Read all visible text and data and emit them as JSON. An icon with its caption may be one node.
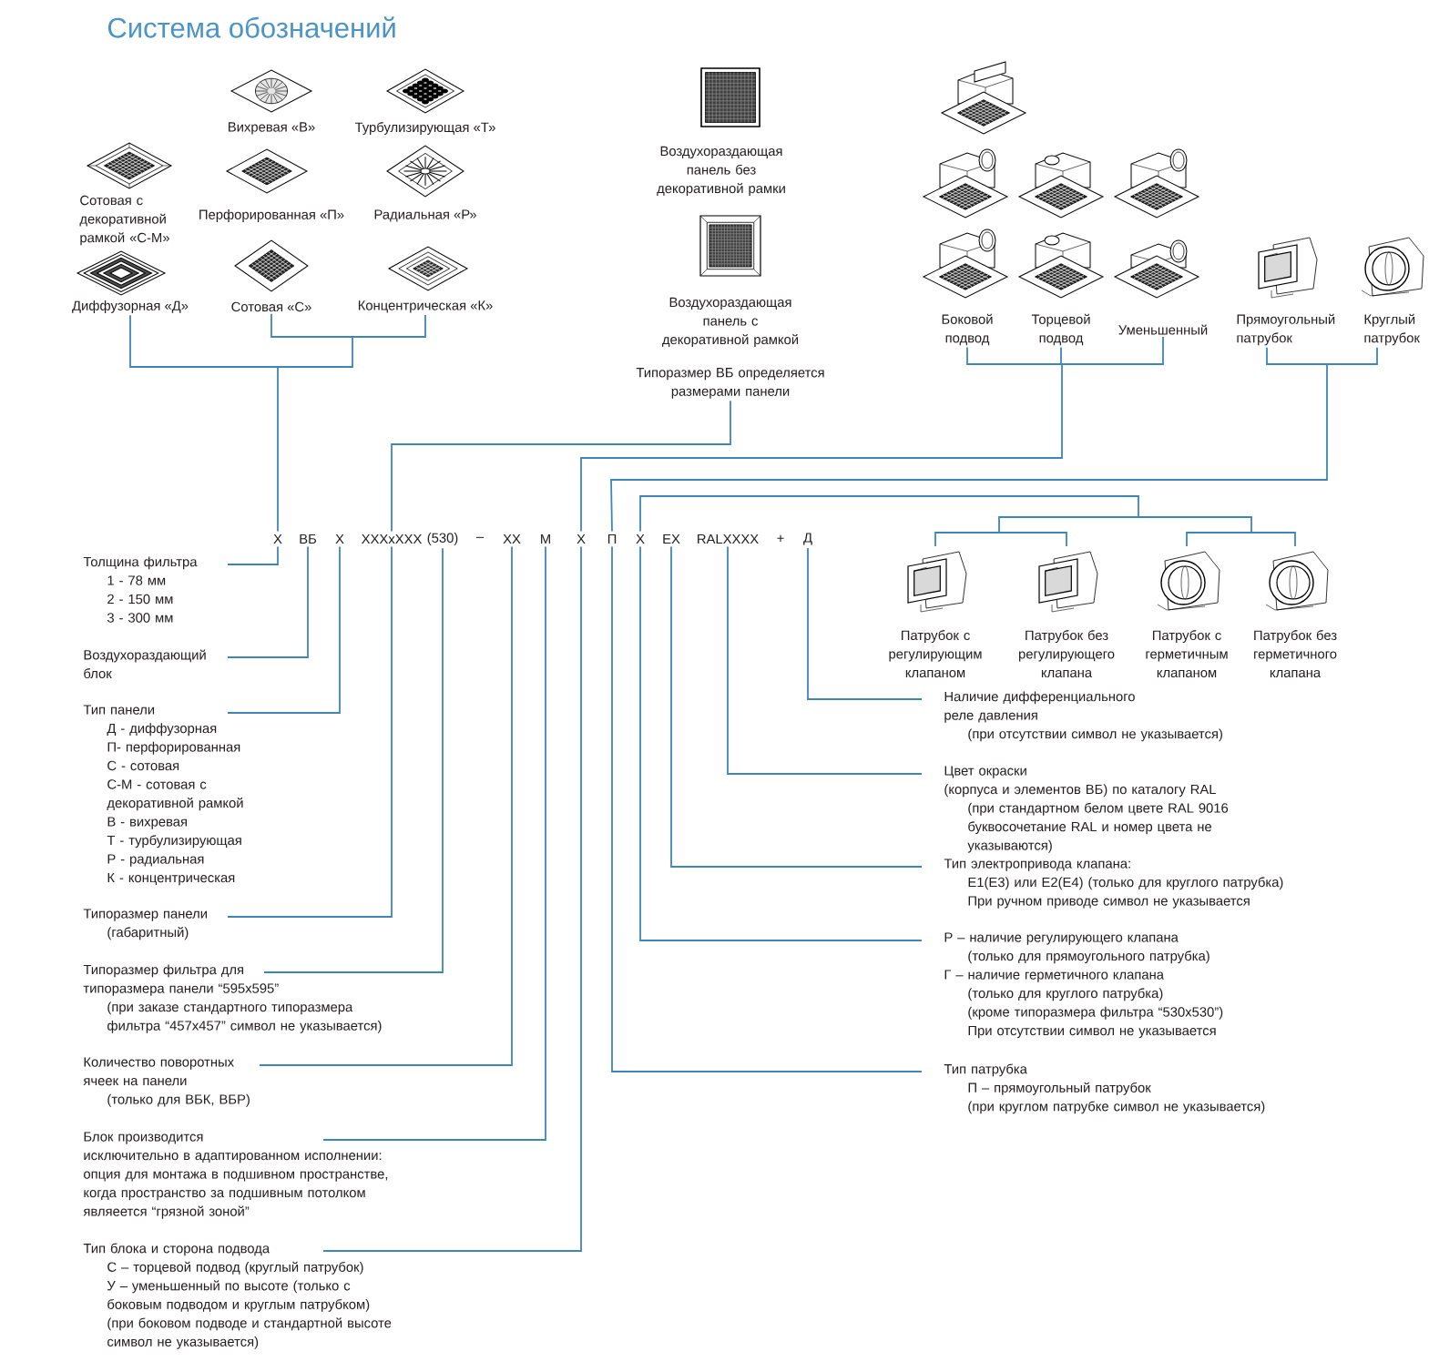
{
  "diagram": {
    "title": "Система обозначений",
    "nodes": [
      {
        "text": [
          "Вихревая «В»"
        ]
      },
      {
        "text": [
          "Турбулизирующая «Т»"
        ]
      },
      {
        "text": [
          "Сотовая с декоративной рамкой «С-М»"
        ]
      },
      {
        "text": [
          "Перфорированная «П»"
        ]
      },
      {
        "text": [
          "Радиальная «Р»"
        ]
      },
      {
        "text": [
          "Диффузорная «Д»"
        ]
      },
      {
        "text": [
          "Сотовая «С»"
        ]
      },
      {
        "text": [
          "Концентрическая «К»"
        ]
      },
      {
        "text": [
          "Воздухораздающая панель без декоративной рамки"
        ]
      },
      {
        "text": [
          "Воздухораздающая панель с декоративной рамкой"
        ]
      },
      {
        "text": [
          "Типоразмер ВБ определяется размерами панели"
        ]
      },
      {
        "text": [
          "Боковой подвод"
        ]
      },
      {
        "text": [
          "Торцевой подвод"
        ]
      },
      {
        "text": [
          "Уменьшенный"
        ]
      },
      {
        "text": [
          "Прямоугольный патрубок"
        ]
      },
      {
        "text": [
          "Круглый патрубок"
        ]
      },
      {
        "text": [
          "X"
        ]
      },
      {
        "text": [
          "ВБ"
        ]
      },
      {
        "text": [
          "X"
        ]
      },
      {
        "text": [
          "XXXxXXX"
        ]
      },
      {
        "text": [
          "(530)"
        ]
      },
      {
        "text": [
          "XX"
        ]
      },
      {
        "text": [
          "M"
        ]
      },
      {
        "text": [
          "X"
        ]
      },
      {
        "text": [
          "П"
        ]
      },
      {
        "text": [
          "X"
        ]
      },
      {
        "text": [
          "EX"
        ]
      },
      {
        "text": [
          "RALXXXX"
        ]
      },
      {
        "text": [
          "Д"
        ]
      },
      {
        "text": [
          "Патрубок с регулирующим клапаном"
        ]
      },
      {
        "text": [
          "Патрубок без регулирующего клапана"
        ]
      },
      {
        "text": [
          "Патрубок с герметичным клапаном"
        ]
      },
      {
        "text": [
          "Патрубок без герметичного клапана"
        ]
      },
      {
        "text": [
          "Толщина фильтра",
          "1 - 78 мм",
          "2 - 150 мм",
          "3 - 300 мм"
        ]
      },
      {
        "text": [
          "Воздухораздающий блок"
        ]
      },
      {
        "text": [
          "Тип панели",
          "Д - диффузорная",
          "П- перфорированная",
          "С - сотовая",
          "С-М - сотовая с декоративной рамкой",
          "В - вихревая",
          "Т - турбулизирующая",
          "Р - радиальная",
          "К - концентрическая"
        ]
      },
      {
        "text": [
          "Типоразмер панели",
          "(габаритный)"
        ]
      },
      {
        "text": [
          "Типоразмер фильтра для типоразмера панели “595x595”",
          "(при заказе стандартного типоразмера фильтра “457x457” символ не указывается)"
        ]
      },
      {
        "text": [
          "Количество поворотных ячеек на панели",
          "(только для ВБК, ВБР)"
        ]
      },
      {
        "text": [
          "Блок производится",
          "исключительно в адаптированном исполнении: опция для монтажа в подшивном пространстве, когда пространство за подшивным потолком являеется “грязной зоной”"
        ]
      },
      {
        "text": [
          "Тип блока и сторона подвода",
          "С – торцевой подвод (круглый патрубок)",
          "У – уменьшенный по высоте (только с боковым подводом и круглым патрубком)",
          "(при боковом подводе и стандартной высоте символ не указывается)"
        ]
      },
      {
        "text": [
          "Наличие дифференциального реле давления",
          "(при отсутствии символ не указывается)"
        ]
      },
      {
        "text": [
          "Цвет окраски",
          "(корпуса и элементов ВБ) по каталогу RAL",
          "(при стандартном белом цвете RAL 9016 буквосочетание RAL и номер цвета не указываются)"
        ]
      },
      {
        "text": [
          "Тип электропривода клапана:",
          "E1(E3) или E2(E4) (только для круглого патрубка)",
          "При ручном приводе символ не указывается"
        ]
      },
      {
        "text": [
          "Р – наличие регулирующего клапана",
          "(только для прямоугольного патрубка)",
          "Г – наличие герметичного клапана",
          "(только для круглого патрубка)",
          "(кроме типоразмера фильтра “530x530”)",
          "При отсутствии символ не указывается"
        ]
      },
      {
        "text": [
          "Тип патрубка",
          "П – прямоугольный патрубок",
          "(при круглом патрубке символ не указывается)"
        ]
      }
    ],
    "edges": [
      {
        "from": 5,
        "to": 16,
        "arrow": "none"
      },
      {
        "from": 6,
        "to": 16,
        "arrow": "none"
      },
      {
        "from": 7,
        "to": 16,
        "arrow": "none"
      },
      {
        "from": 10,
        "to": 19,
        "arrow": "none"
      },
      {
        "from": 11,
        "to": 23,
        "arrow": "none"
      },
      {
        "from": 12,
        "to": 23,
        "arrow": "none"
      },
      {
        "from": 13,
        "to": 23,
        "arrow": "none"
      },
      {
        "from": 14,
        "to": 24,
        "arrow": "none"
      },
      {
        "from": 15,
        "to": 24,
        "arrow": "none"
      },
      {
        "from": 25,
        "to": 29,
        "arrow": "none"
      },
      {
        "from": 25,
        "to": 30,
        "arrow": "none"
      },
      {
        "from": 25,
        "to": 31,
        "arrow": "none"
      },
      {
        "from": 25,
        "to": 32,
        "arrow": "none"
      },
      {
        "from": 33,
        "to": 16,
        "arrow": "none"
      },
      {
        "from": 34,
        "to": 17,
        "arrow": "none"
      },
      {
        "from": 35,
        "to": 18,
        "arrow": "none"
      },
      {
        "from": 36,
        "to": 19,
        "arrow": "none"
      },
      {
        "from": 37,
        "to": 20,
        "arrow": "none"
      },
      {
        "from": 38,
        "to": 21,
        "arrow": "none"
      },
      {
        "from": 39,
        "to": 22,
        "arrow": "none"
      },
      {
        "from": 40,
        "to": 23,
        "arrow": "none"
      },
      {
        "from": 41,
        "to": 28,
        "arrow": "none"
      },
      {
        "from": 42,
        "to": 27,
        "arrow": "none"
      },
      {
        "from": 43,
        "to": 26,
        "arrow": "none"
      },
      {
        "from": 44,
        "to": 25,
        "arrow": "none"
      },
      {
        "from": 45,
        "to": 24,
        "arrow": "none"
      }
    ],
    "labels": [
      "–",
      "+"
    ]
  }
}
